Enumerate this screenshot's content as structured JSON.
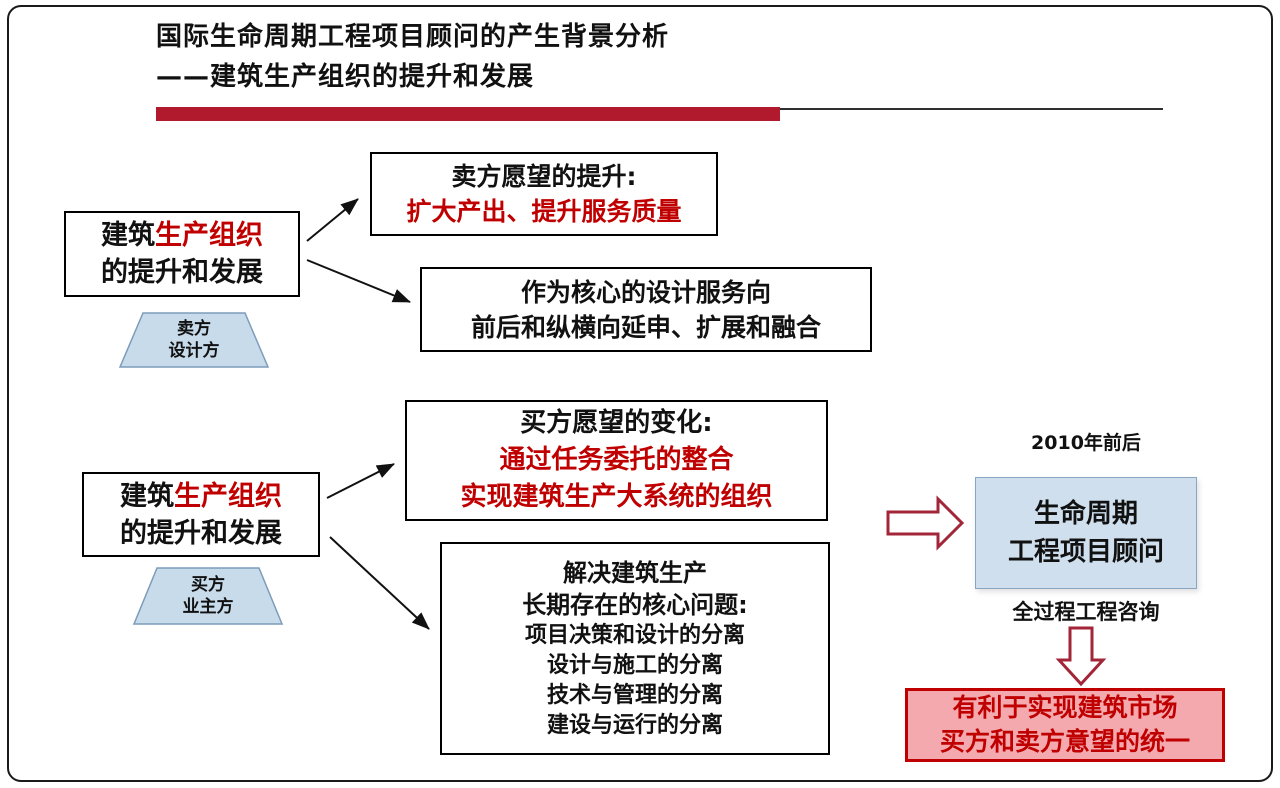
{
  "title": {
    "line1": "国际生命周期工程项目顾问的产生背景分析",
    "line2": "——建筑生产组织的提升和发展"
  },
  "seller": {
    "source": {
      "l1_black": "建筑",
      "l1_red": "生产组织",
      "l2": "的提升和发展"
    },
    "trapezoid": {
      "l1": "卖方",
      "l2": "设计方"
    },
    "wish_box": {
      "l1": "卖方愿望的提升:",
      "l2_red": "扩大产出、提升服务质量"
    },
    "service_box": {
      "l1": "作为核心的设计服务向",
      "l2": "前后和纵横向延申、扩展和融合"
    }
  },
  "buyer": {
    "source": {
      "l1_black": "建筑",
      "l1_red": "生产组织",
      "l2": "的提升和发展"
    },
    "trapezoid": {
      "l1": "买方",
      "l2": "业主方"
    },
    "wish_box": {
      "l1": "买方愿望的变化:",
      "l2_red": "通过任务委托的整合",
      "l3_red": "实现建筑生产大系统的组织"
    },
    "problem_box": {
      "l1": "解决建筑生产",
      "l2": "长期存在的核心问题:",
      "items": [
        "项目决策和设计的分离",
        "设计与施工的分离",
        "技术与管理的分离",
        "建设与运行的分离"
      ]
    }
  },
  "right": {
    "period_label": "2010年前后",
    "result_box": {
      "l1": "生命周期",
      "l2": "工程项目顾问"
    },
    "caption": "全过程工程咨询",
    "conclusion": {
      "l1": "有利于实现建筑市场",
      "l2": "买方和卖方意望的统一"
    }
  },
  "colors": {
    "accent_red": "#b11a2c",
    "text_red": "#c00000",
    "light_blue": "#cfdfee",
    "pink": "#f3a9ad",
    "arrow_outline_red": "#a32638"
  }
}
